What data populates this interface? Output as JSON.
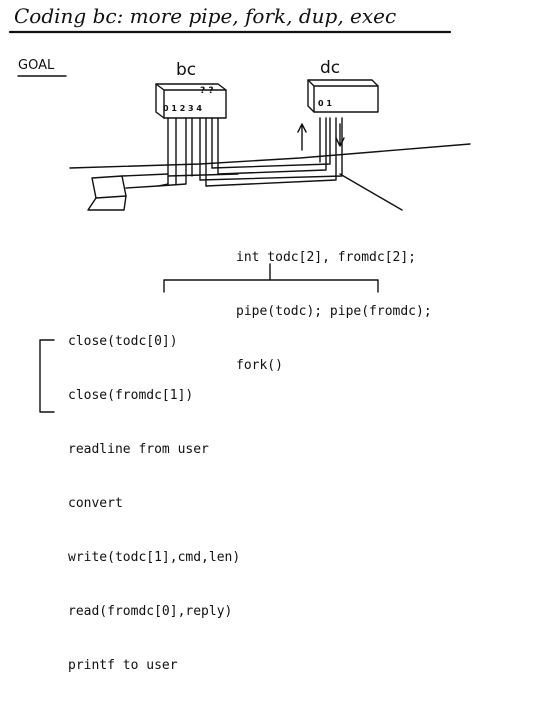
{
  "header": {
    "title": "Coding bc: more pipe, fork, dup, exec"
  },
  "diagram": {
    "goal_label": "GOAL",
    "bc_label": "bc",
    "dc_label": "dc",
    "bc_question_marks": "? ?",
    "bc_fds": "0 1 2 3 4",
    "dc_fds": "0 1",
    "parent_code": [
      "int todc[2], fromdc[2];",
      "pipe(todc); pipe(fromdc);",
      "fork()"
    ],
    "child_code": [
      "close(todc[0])",
      "close(fromdc[1])",
      "readline from user",
      "convert",
      "write(todc[1],cmd,len)",
      "read(fromdc[0],reply)",
      "printf to user"
    ]
  }
}
